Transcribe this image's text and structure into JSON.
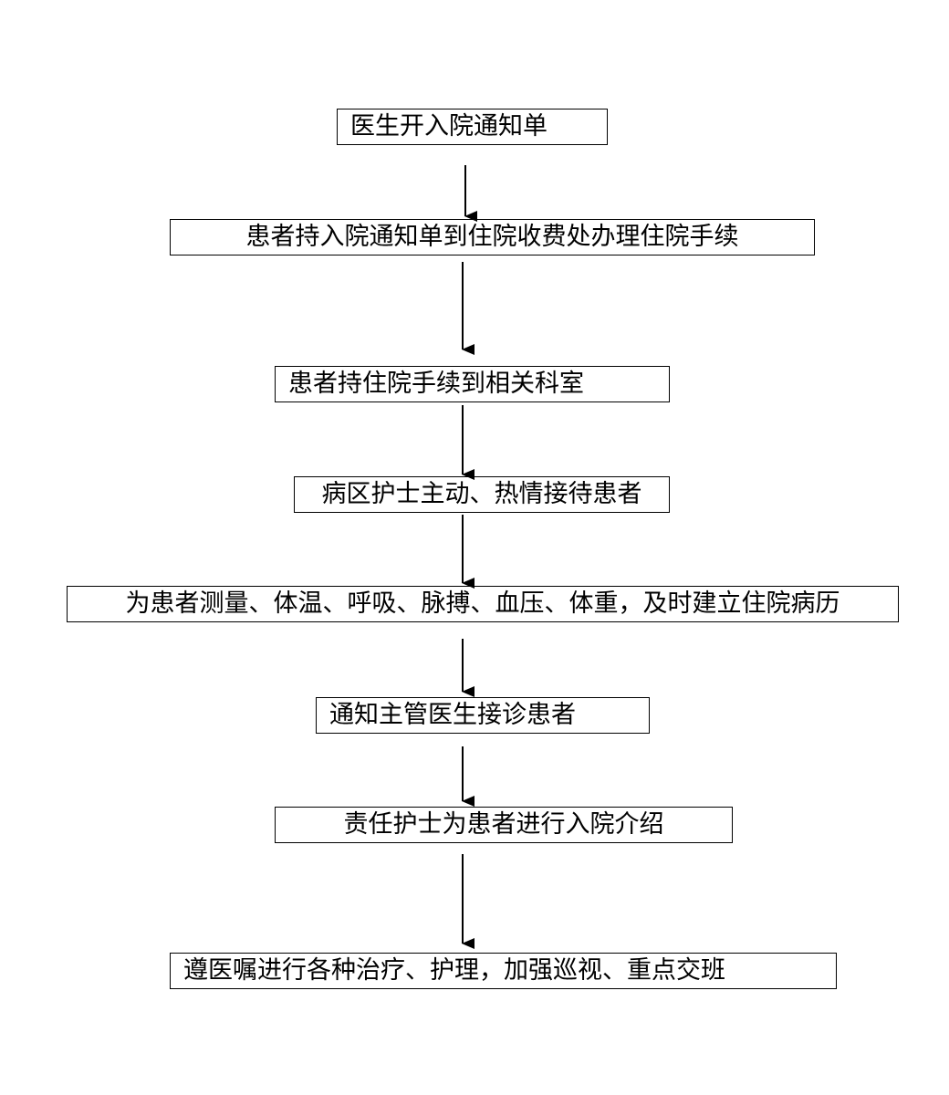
{
  "steps": [
    "医生开入院通知单",
    "患者持入院通知单到住院收费处办理住院手续",
    "患者持住院手续到相关科室",
    "病区护士主动、热情接待患者",
    "为患者测量、体温、呼吸、脉搏、血压、体重，及时建立住院病历",
    "通知主管医生接诊患者",
    "责任护士为患者进行入院介绍",
    "遵医嘱进行各种治疗、护理，加强巡视、重点交班"
  ]
}
